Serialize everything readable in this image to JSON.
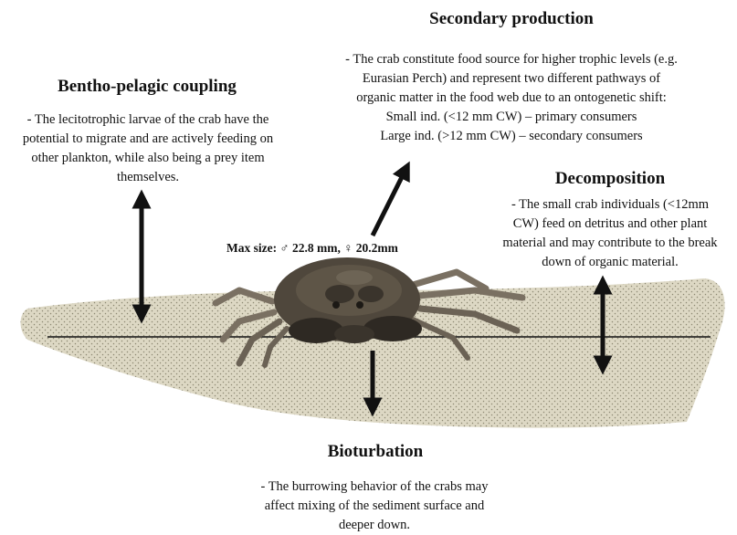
{
  "sections": {
    "secondary_production": {
      "title": "Secondary production",
      "lines": [
        "- The crab constitute food source for higher trophic levels (e.g.",
        "Eurasian Perch) and represent two different pathways of",
        "organic matter in the food web due to an ontogenetic shift:",
        "Small ind. (<12 mm CW) – primary consumers",
        "Large ind. (>12 mm CW) – secondary consumers"
      ]
    },
    "bentho_pelagic": {
      "title": "Bentho-pelagic coupling",
      "lines": [
        "- The lecitotrophic larvae of the crab have the",
        "potential to migrate and are actively feeding on",
        "other plankton, while also being a prey item",
        "themselves."
      ]
    },
    "decomposition": {
      "title": "Decomposition",
      "lines": [
        "- The small crab individuals (<12mm",
        "CW) feed on detritus and other plant",
        "material and may contribute to the break",
        "down of organic material."
      ]
    },
    "bioturbation": {
      "title": "Bioturbation",
      "lines": [
        "- The burrowing behavior of the crabs may",
        "affect mixing of the sediment surface and",
        "deeper down."
      ]
    }
  },
  "max_size_label": "Max size: ♂ 22.8 mm, ♀ 20.2mm",
  "colors": {
    "sediment_fill": "#ddd8c4",
    "sediment_dots": "#8c8873",
    "arrow": "#111111",
    "crab_body": "#4f473c",
    "crab_shade": "#2e2923",
    "crab_leg": "#7a7062"
  }
}
